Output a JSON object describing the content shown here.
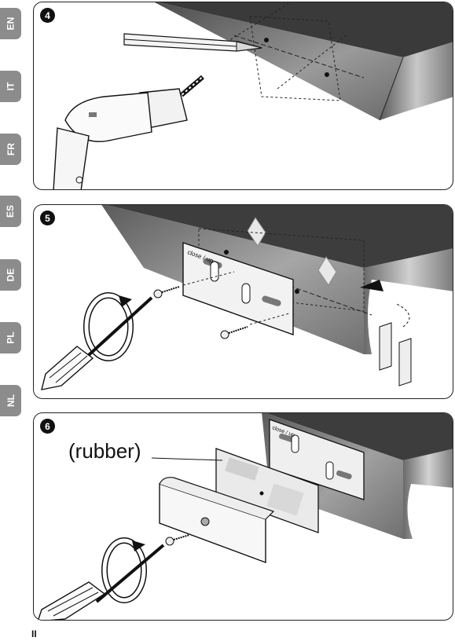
{
  "language_tabs": [
    {
      "code": "EN"
    },
    {
      "code": "IT"
    },
    {
      "code": "FR"
    },
    {
      "code": "ES"
    },
    {
      "code": "DE"
    },
    {
      "code": "PL"
    },
    {
      "code": "NL"
    }
  ],
  "steps": [
    {
      "number": "4"
    },
    {
      "number": "5",
      "plate_label": "close / up"
    },
    {
      "number": "6",
      "callout": "(rubber)",
      "plate_label": "close / up"
    }
  ],
  "page_number": "II",
  "colors": {
    "tab": "#8c8c8c",
    "ink": "#111111",
    "accent_grey": "#6a6a6a"
  }
}
